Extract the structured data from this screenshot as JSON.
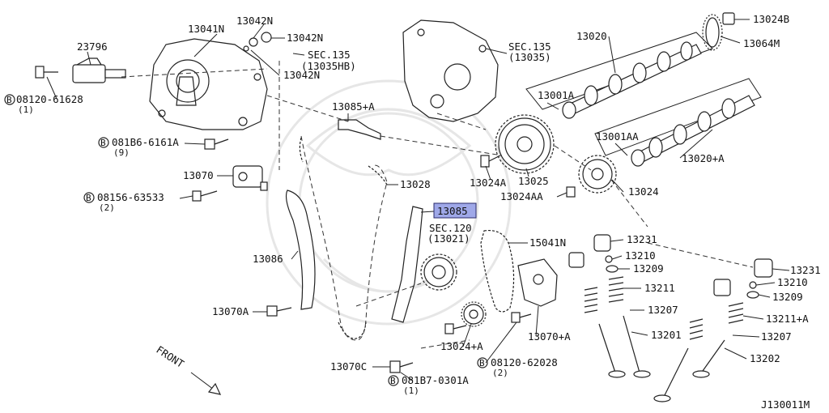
{
  "diagram": {
    "reference_code": "J130011M",
    "front_label": "FRONT",
    "highlighted_part": "13085",
    "labels": {
      "p13041N": "13041N",
      "p13042N_a": "13042N",
      "p13042N_b": "13042N",
      "p13042N_c": "13042N",
      "p23796": "23796",
      "sec135_top": "SEC.135",
      "sec135_top_ref": "(13035HB)",
      "bolt_08120_61628": "08120-61628",
      "bolt_08120_61628_qty": "(1)",
      "bolt_081B6_6161A": "081B6-6161A",
      "bolt_081B6_6161A_qty": "(9)",
      "p13070": "13070",
      "bolt_08156_63533": "08156-63533",
      "bolt_08156_63533_qty": "(2)",
      "p13086": "13086",
      "p13070A": "13070A",
      "p13085A": "13085+A",
      "p13028": "13028",
      "p13085": "13085",
      "sec120": "SEC.120",
      "sec120_ref": "(13021)",
      "p15041N": "15041N",
      "p13024Aplus": "13024+A",
      "p13070C": "13070C",
      "bolt_081B7_0301A": "081B7-0301A",
      "bolt_081B7_0301A_qty": "(1)",
      "bolt_08120_62028": "08120-62028",
      "bolt_08120_62028_qty": "(2)",
      "p13070Aplus": "13070+A",
      "sec135_mid": "SEC.135",
      "sec135_mid_ref": "(13035)",
      "p13020": "13020",
      "p13001A": "13001A",
      "p13001AA": "13001AA",
      "p13020A": "13020+A",
      "p13024A": "13024A",
      "p13025": "13025",
      "p13024AA": "13024AA",
      "p13024": "13024",
      "p13024B": "13024B",
      "p13064M": "13064M",
      "p13231_a": "13231",
      "p13210_a": "13210",
      "p13209_a": "13209",
      "p13211": "13211",
      "p13207_a": "13207",
      "p13201": "13201",
      "p13231_b": "13231",
      "p13210_b": "13210",
      "p13209_b": "13209",
      "p13211A": "13211+A",
      "p13207_b": "13207",
      "p13202": "13202"
    }
  }
}
